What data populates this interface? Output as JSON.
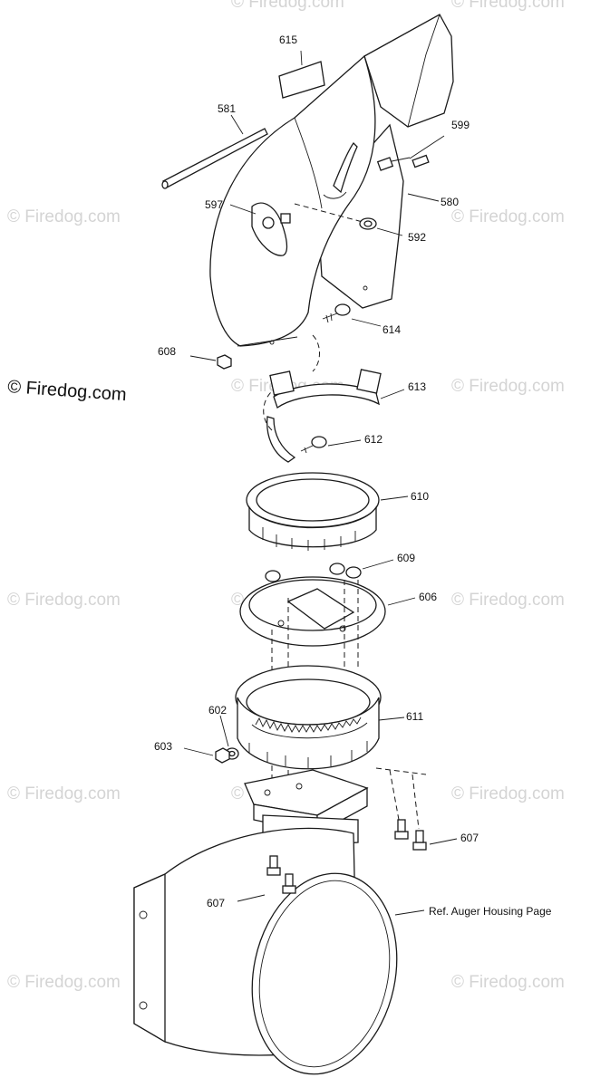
{
  "watermark": {
    "text": "© Firedog.com",
    "color": "#d4d4d4"
  },
  "parts": [
    {
      "id": "p615",
      "label": "615"
    },
    {
      "id": "p581",
      "label": "581"
    },
    {
      "id": "p599",
      "label": "599"
    },
    {
      "id": "p597",
      "label": "597"
    },
    {
      "id": "p580",
      "label": "580"
    },
    {
      "id": "p592",
      "label": "592"
    },
    {
      "id": "p614",
      "label": "614"
    },
    {
      "id": "p608",
      "label": "608"
    },
    {
      "id": "p613",
      "label": "613"
    },
    {
      "id": "p612",
      "label": "612"
    },
    {
      "id": "p610",
      "label": "610"
    },
    {
      "id": "p609",
      "label": "609"
    },
    {
      "id": "p606",
      "label": "606"
    },
    {
      "id": "p602",
      "label": "602"
    },
    {
      "id": "p611",
      "label": "611"
    },
    {
      "id": "p603",
      "label": "603"
    },
    {
      "id": "p607a",
      "label": "607"
    },
    {
      "id": "p607b",
      "label": "607"
    }
  ],
  "reference_note": "Ref. Auger Housing Page"
}
